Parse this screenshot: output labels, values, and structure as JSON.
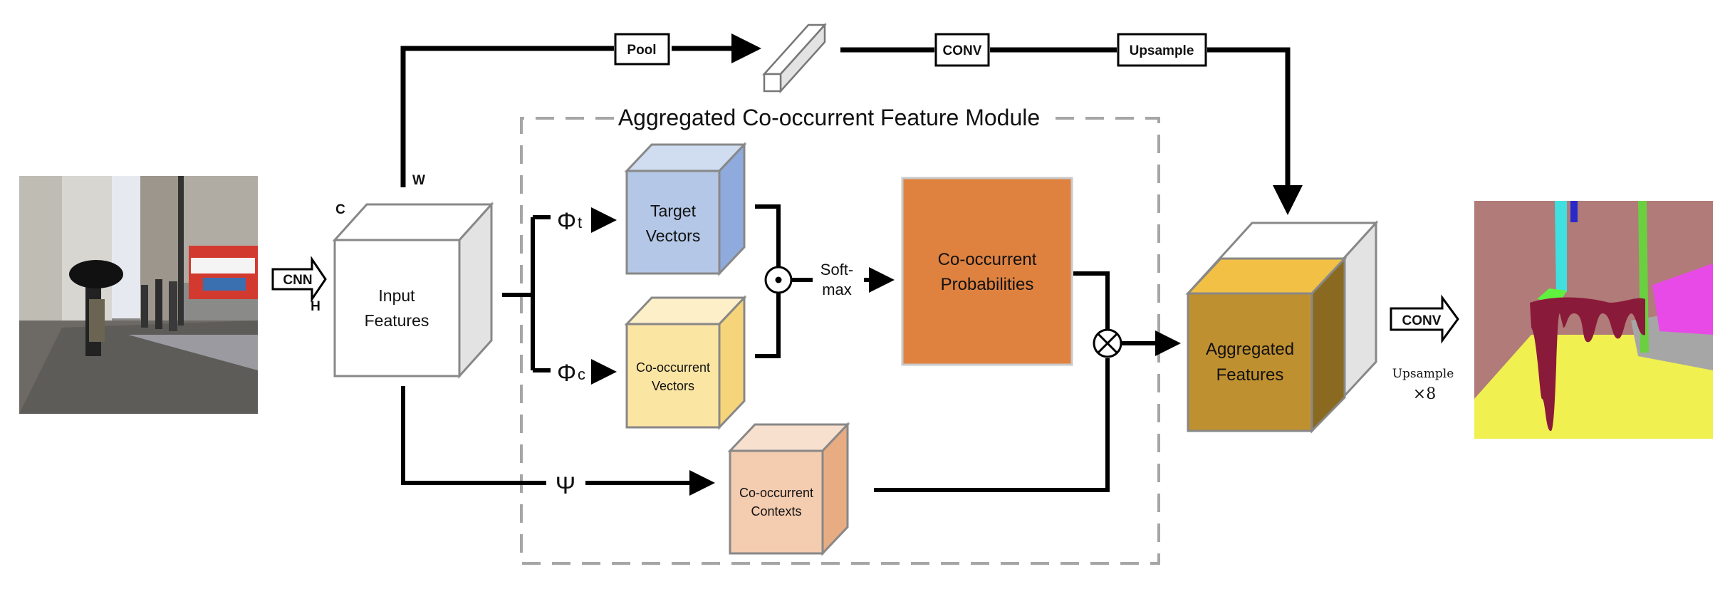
{
  "module": {
    "title": "Aggregated Co-occurrent Feature Module"
  },
  "labels": {
    "pool": "Pool",
    "conv_top": "CONV",
    "upsample_top": "Upsample",
    "cnn": "CNN",
    "conv_right": "CONV",
    "upsample_bottom": "Upsample",
    "times8": "×8",
    "dim_c": "C",
    "dim_w": "W",
    "dim_h": "H",
    "phi_symbol": "Φ",
    "phi_t_sub": "t",
    "phi_c_sub": "c",
    "psi_symbol": "Ψ",
    "softmax_line1": "Soft-",
    "softmax_line2": "max"
  },
  "blocks": {
    "input_line1": "Input",
    "input_line2": "Features",
    "target_line1": "Target",
    "target_line2": "Vectors",
    "cooc_vec_line1": "Co-occurrent",
    "cooc_vec_line2": "Vectors",
    "cooc_ctx_line1": "Co-occurrent",
    "cooc_ctx_line2": "Contexts",
    "prob_line1": "Co-occurrent",
    "prob_line2": "Probabilities",
    "agg_line1": "Aggregated",
    "agg_line2": "Features"
  },
  "colors": {
    "target_front": "#b4c7e7",
    "target_top": "#d0dcf0",
    "target_side": "#8faadc",
    "vec_front": "#fbe5a3",
    "vec_top": "#fdf0c8",
    "vec_side": "#f6d47a",
    "ctx_front": "#f4ccb0",
    "ctx_top": "#f8e0ce",
    "ctx_side": "#e8ac82",
    "prob_fill": "#df8240",
    "agg_front": "#bf9030",
    "agg_top": "#f2c044",
    "agg_side": "#8a6a20",
    "module_border": "#a6a6a6"
  }
}
